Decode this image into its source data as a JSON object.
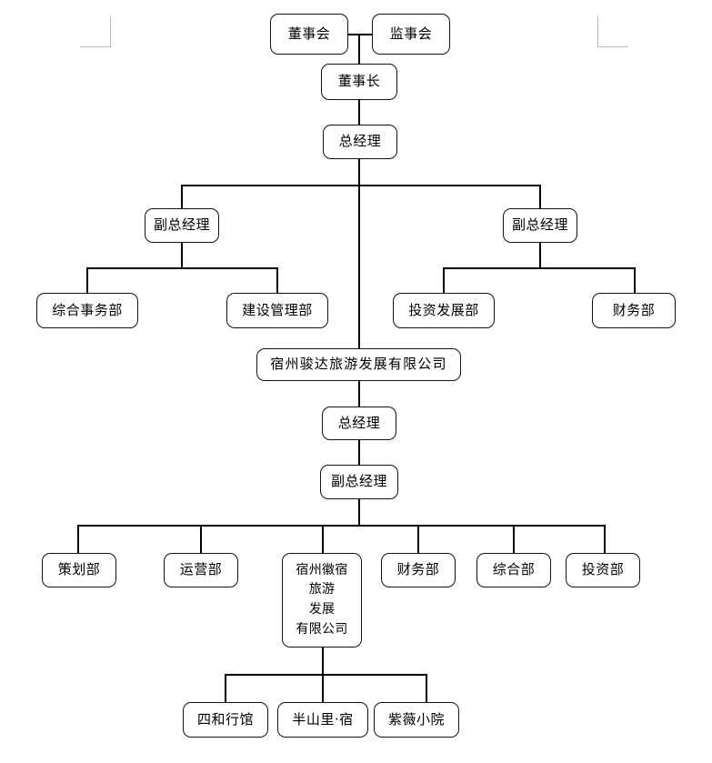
{
  "chart_data": {
    "type": "diagram",
    "title": "",
    "diagram_kind": "organization-chart",
    "nodes": [
      {
        "id": "board",
        "label": "董事会",
        "level": 0
      },
      {
        "id": "supervisors",
        "label": "监事会",
        "level": 0
      },
      {
        "id": "chairman",
        "label": "董事长",
        "level": 1
      },
      {
        "id": "gm-top",
        "label": "总经理",
        "level": 2
      },
      {
        "id": "dgm-left",
        "label": "副总经理",
        "level": 3
      },
      {
        "id": "dgm-right",
        "label": "副总经理",
        "level": 3
      },
      {
        "id": "dept-general-affairs",
        "label": "综合事务部",
        "level": 4
      },
      {
        "id": "dept-construction",
        "label": "建设管理部",
        "level": 4
      },
      {
        "id": "dept-investment-dev",
        "label": "投资发展部",
        "level": 4
      },
      {
        "id": "dept-finance-top",
        "label": "财务部",
        "level": 4
      },
      {
        "id": "company-junda",
        "label": "宿州骏达旅游发展有限公司",
        "level": 5
      },
      {
        "id": "gm-junda",
        "label": "总经理",
        "level": 6
      },
      {
        "id": "dgm-junda",
        "label": "副总经理",
        "level": 7
      },
      {
        "id": "dept-planning",
        "label": "策划部",
        "level": 8
      },
      {
        "id": "dept-operations",
        "label": "运营部",
        "level": 8
      },
      {
        "id": "company-huisu",
        "label": "宿州徽宿\n旅游\n发展\n有限公司",
        "level": 8
      },
      {
        "id": "dept-finance",
        "label": "财务部",
        "level": 8
      },
      {
        "id": "dept-general",
        "label": "综合部",
        "level": 8
      },
      {
        "id": "dept-investment",
        "label": "投资部",
        "level": 8
      },
      {
        "id": "venue-sihe",
        "label": "四和行馆",
        "level": 9
      },
      {
        "id": "venue-banshanli",
        "label": "半山里·宿",
        "level": 9
      },
      {
        "id": "venue-ziwei",
        "label": "紫薇小院",
        "level": 9
      }
    ],
    "edges": [
      {
        "from": "board",
        "to": "supervisors"
      },
      {
        "from": "board",
        "to": "chairman"
      },
      {
        "from": "chairman",
        "to": "gm-top"
      },
      {
        "from": "gm-top",
        "to": "dgm-left"
      },
      {
        "from": "gm-top",
        "to": "dgm-right"
      },
      {
        "from": "gm-top",
        "to": "company-junda"
      },
      {
        "from": "dgm-left",
        "to": "dept-general-affairs"
      },
      {
        "from": "dgm-left",
        "to": "dept-construction"
      },
      {
        "from": "dgm-right",
        "to": "dept-investment-dev"
      },
      {
        "from": "dgm-right",
        "to": "dept-finance-top"
      },
      {
        "from": "company-junda",
        "to": "gm-junda"
      },
      {
        "from": "gm-junda",
        "to": "dgm-junda"
      },
      {
        "from": "dgm-junda",
        "to": "dept-planning"
      },
      {
        "from": "dgm-junda",
        "to": "dept-operations"
      },
      {
        "from": "dgm-junda",
        "to": "company-huisu"
      },
      {
        "from": "dgm-junda",
        "to": "dept-finance"
      },
      {
        "from": "dgm-junda",
        "to": "dept-general"
      },
      {
        "from": "dgm-junda",
        "to": "dept-investment"
      },
      {
        "from": "company-huisu",
        "to": "venue-sihe"
      },
      {
        "from": "company-huisu",
        "to": "venue-banshanli"
      },
      {
        "from": "company-huisu",
        "to": "venue-ziwei"
      }
    ],
    "colors": {
      "node_border": "#111111",
      "node_fill": "#ffffff",
      "connector": "#000000",
      "crop_mark": "#b9b9b9",
      "background": "#ffffff"
    }
  },
  "nodes": {
    "board": "董事会",
    "supervisors": "监事会",
    "chairman": "董事长",
    "gm_top": "总经理",
    "dgm_left": "副总经理",
    "dgm_right": "副总经理",
    "dept_general_affairs": "综合事务部",
    "dept_construction": "建设管理部",
    "dept_investment_dev": "投资发展部",
    "dept_finance_top": "财务部",
    "company_junda": "宿州骏达旅游发展有限公司",
    "gm_junda": "总经理",
    "dgm_junda": "副总经理",
    "dept_planning": "策划部",
    "dept_operations": "运营部",
    "company_huisu": "宿州徽宿\n旅游\n发展\n有限公司",
    "dept_finance": "财务部",
    "dept_general": "综合部",
    "dept_investment": "投资部",
    "venue_sihe": "四和行馆",
    "venue_banshanli": "半山里·宿",
    "venue_ziwei": "紫薇小院"
  }
}
